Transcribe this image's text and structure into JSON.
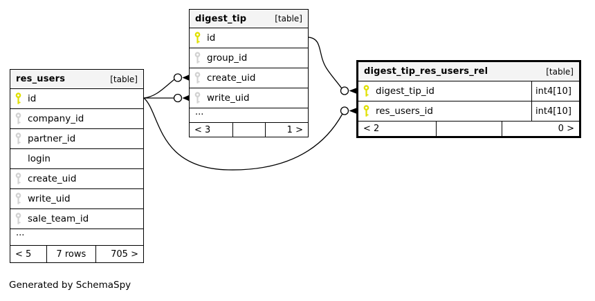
{
  "page": {
    "generated_note": "Generated by SchemaSpy"
  },
  "colors": {
    "primary_key_icon": "#e0e000",
    "foreign_key_icon": "#d2d2d2",
    "table_header_bg": "#f4f4f4",
    "border_and_lines": "#000000"
  },
  "tables": {
    "res_users": {
      "name": "res_users",
      "tag": "[table]",
      "columns": [
        {
          "name": "id",
          "key": "primary"
        },
        {
          "name": "company_id",
          "key": "foreign"
        },
        {
          "name": "partner_id",
          "key": "foreign"
        },
        {
          "name": "login",
          "key": "none"
        },
        {
          "name": "create_uid",
          "key": "foreign"
        },
        {
          "name": "write_uid",
          "key": "foreign"
        },
        {
          "name": "sale_team_id",
          "key": "foreign"
        }
      ],
      "ellipsis": "...",
      "footer": {
        "left": "< 5",
        "center": "7 rows",
        "right": "705 >"
      }
    },
    "digest_tip": {
      "name": "digest_tip",
      "tag": "[table]",
      "columns": [
        {
          "name": "id",
          "key": "primary"
        },
        {
          "name": "group_id",
          "key": "foreign"
        },
        {
          "name": "create_uid",
          "key": "foreign"
        },
        {
          "name": "write_uid",
          "key": "foreign"
        }
      ],
      "ellipsis": "...",
      "footer": {
        "left": "< 3",
        "center": "",
        "right": "1 >"
      }
    },
    "digest_tip_res_users_rel": {
      "name": "digest_tip_res_users_rel",
      "tag": "[table]",
      "columns": [
        {
          "name": "digest_tip_id",
          "key": "primary",
          "type": "int4[10]"
        },
        {
          "name": "res_users_id",
          "key": "primary",
          "type": "int4[10]"
        }
      ],
      "footer": {
        "left": "< 2",
        "center": "",
        "right": "0 >"
      }
    }
  },
  "relationships": [
    {
      "from": "res_users.id",
      "to": "digest_tip.create_uid"
    },
    {
      "from": "res_users.id",
      "to": "digest_tip.write_uid"
    },
    {
      "from": "res_users.id",
      "to": "digest_tip_res_users_rel.res_users_id"
    },
    {
      "from": "digest_tip.id",
      "to": "digest_tip_res_users_rel.digest_tip_id"
    }
  ]
}
